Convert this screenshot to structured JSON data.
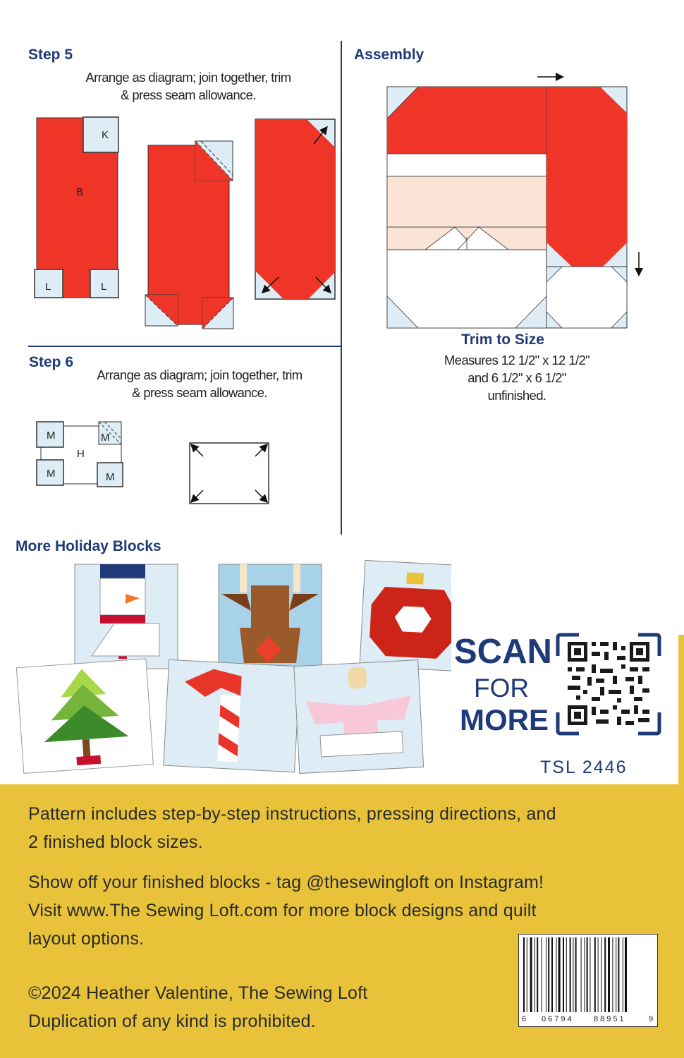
{
  "step5": {
    "title": "Step 5",
    "instruction_line1": "Arrange as diagram; join together, trim",
    "instruction_line2": "& press seam allowance.",
    "labels": [
      "K",
      "B",
      "L",
      "L"
    ]
  },
  "step6": {
    "title": "Step 6",
    "instruction_line1": "Arrange as diagram; join together, trim",
    "instruction_line2": "& press seam allowance.",
    "labels": [
      "M",
      "M",
      "H",
      "M",
      "M"
    ]
  },
  "assembly": {
    "title": "Assembly",
    "trim_title": "Trim to Size",
    "trim_line1": "Measures 12 1/2\" x 12 1/2\"",
    "trim_line2": "and 6 1/2\" x 6 1/2\"",
    "trim_line3": "unfinished."
  },
  "more": {
    "title": "More Holiday Blocks",
    "scan_line1": "SCAN",
    "scan_line2": "FOR",
    "scan_line3": "MORE",
    "code": "TSL 2446"
  },
  "footer": {
    "p1_line1": "Pattern includes step-by-step instructions, pressing directions, and",
    "p1_line2": "2 finished block sizes.",
    "p2_line1": "Show off your finished blocks - tag @thesewingloft on Instagram!",
    "p2_line2": "Visit www.The Sewing Loft.com for more block designs and quilt",
    "p2_line3": "layout options.",
    "p3_line1": "©2024 Heather Valentine, The Sewing Loft",
    "p3_line2": "Duplication of any kind is prohibited.",
    "barcode_digits": [
      "6",
      "06794",
      "88951",
      "9"
    ]
  },
  "colors": {
    "red": "#ee3528",
    "light_blue": "#deedf5",
    "navy": "#1f3a78",
    "yellow": "#e8c33a",
    "skin": "#fbe3d6"
  }
}
